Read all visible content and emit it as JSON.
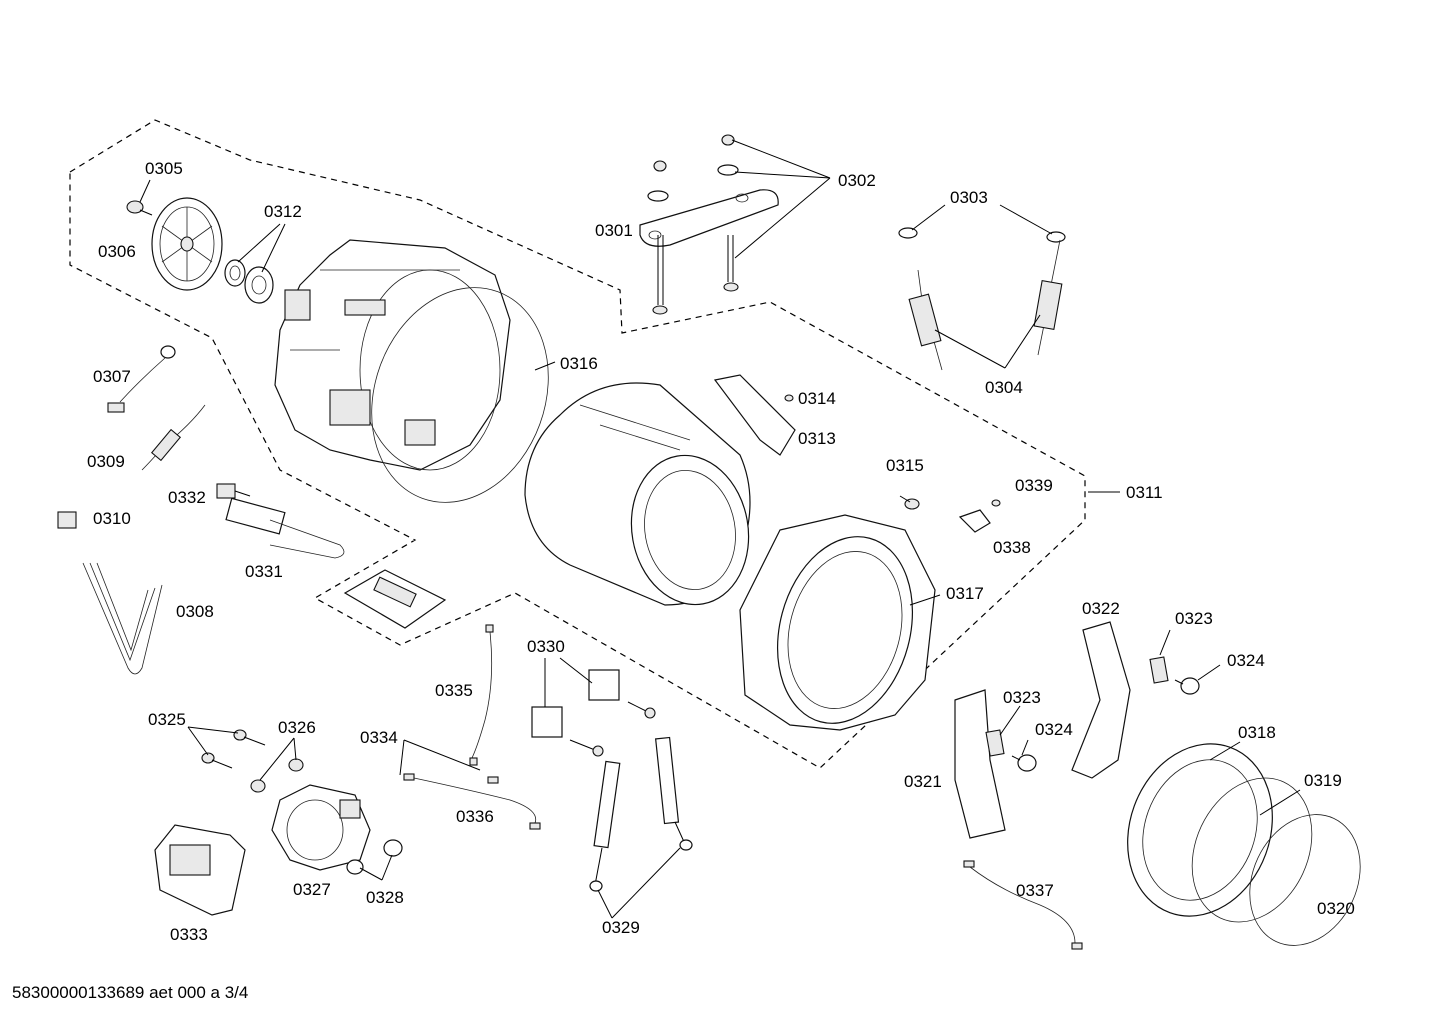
{
  "diagram": {
    "footer_code": "58300000133689 aet 000 a 3/4",
    "labels": {
      "p0301": "0301",
      "p0302": "0302",
      "p0303": "0303",
      "p0304": "0304",
      "p0305": "0305",
      "p0306": "0306",
      "p0307": "0307",
      "p0308": "0308",
      "p0309": "0309",
      "p0310": "0310",
      "p0311": "0311",
      "p0312": "0312",
      "p0313": "0313",
      "p0314": "0314",
      "p0315": "0315",
      "p0316": "0316",
      "p0317": "0317",
      "p0318": "0318",
      "p0319": "0319",
      "p0320": "0320",
      "p0321": "0321",
      "p0322": "0322",
      "p0323a": "0323",
      "p0323b": "0323",
      "p0324a": "0324",
      "p0324b": "0324",
      "p0325": "0325",
      "p0326": "0326",
      "p0327": "0327",
      "p0328": "0328",
      "p0329": "0329",
      "p0330": "0330",
      "p0331": "0331",
      "p0332": "0332",
      "p0333": "0333",
      "p0334": "0334",
      "p0335": "0335",
      "p0336": "0336",
      "p0337": "0337",
      "p0338": "0338",
      "p0339": "0339"
    }
  }
}
